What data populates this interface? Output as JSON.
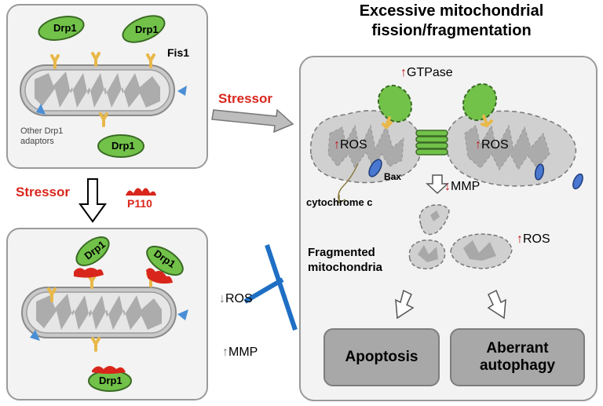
{
  "title": "Excessive mitochondrial fission/fragmentation",
  "panel_top_left": {
    "drp1_label": "Drp1",
    "fis1_label": "Fis1",
    "other_adaptors_label": "Other Drp1 adaptors"
  },
  "stressor_vertical": {
    "label": "Stressor",
    "inhibitor_label": "P110"
  },
  "stressor_horizontal": {
    "label": "Stressor"
  },
  "panel_bottom_left": {
    "drp1_label": "Drp1"
  },
  "middle_effects": {
    "ros_label": "ROS",
    "mmp_label": "MMP"
  },
  "panel_right": {
    "gtpase_label": "GTPase",
    "ros_label": "ROS",
    "bax_label": "Bax",
    "mmp_label": "MMP",
    "cytochrome_label": "cytochrome c",
    "fragmented_label": "Fragmented mitochondria",
    "outcomes": [
      "Apoptosis",
      "Aberrant autophagy"
    ]
  },
  "colors": {
    "drp1_fill": "#72c24a",
    "stressor_red": "#d9261c",
    "inhibit_blue": "#1f6fc4",
    "adaptor_yellow": "#e8b84a",
    "mito_gray": "#bdbdbd",
    "panel_border": "#9a9a9a",
    "outcome_fill": "#a8a8a8"
  }
}
